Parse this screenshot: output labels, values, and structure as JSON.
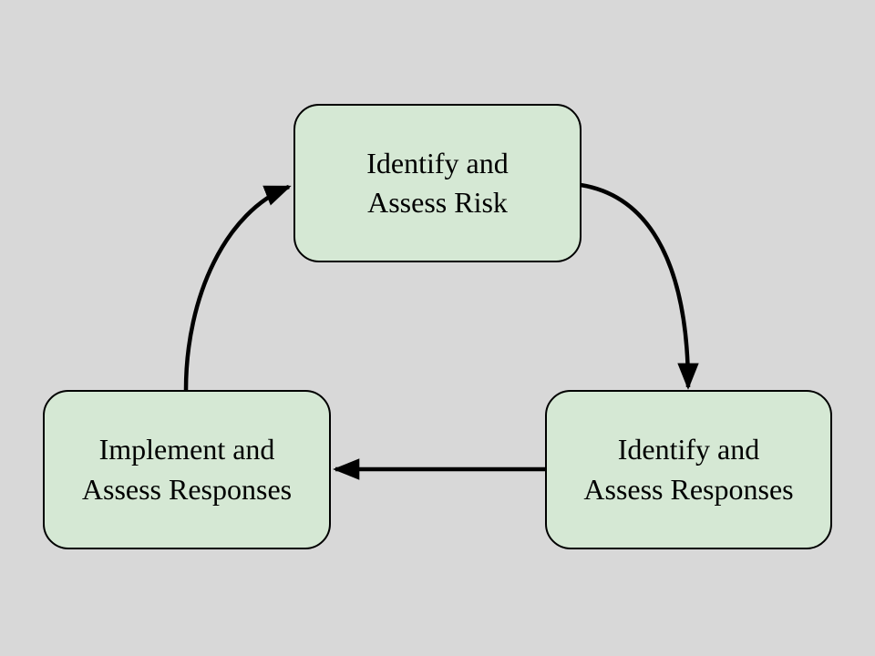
{
  "diagram": {
    "type": "cycle",
    "background_color": "#d8d8d8",
    "node_fill_color": "#d5e8d4",
    "node_border_color": "#000000",
    "arrow_color": "#000000",
    "nodes": {
      "top": {
        "label": "Identify and\nAssess Risk"
      },
      "bottom_right": {
        "label": "Identify and\nAssess Responses"
      },
      "bottom_left": {
        "label": "Implement and\nAssess Responses"
      }
    },
    "edges": [
      {
        "from": "top",
        "to": "bottom_right",
        "style": "curved"
      },
      {
        "from": "bottom_right",
        "to": "bottom_left",
        "style": "straight"
      },
      {
        "from": "bottom_left",
        "to": "top",
        "style": "curved"
      }
    ]
  }
}
